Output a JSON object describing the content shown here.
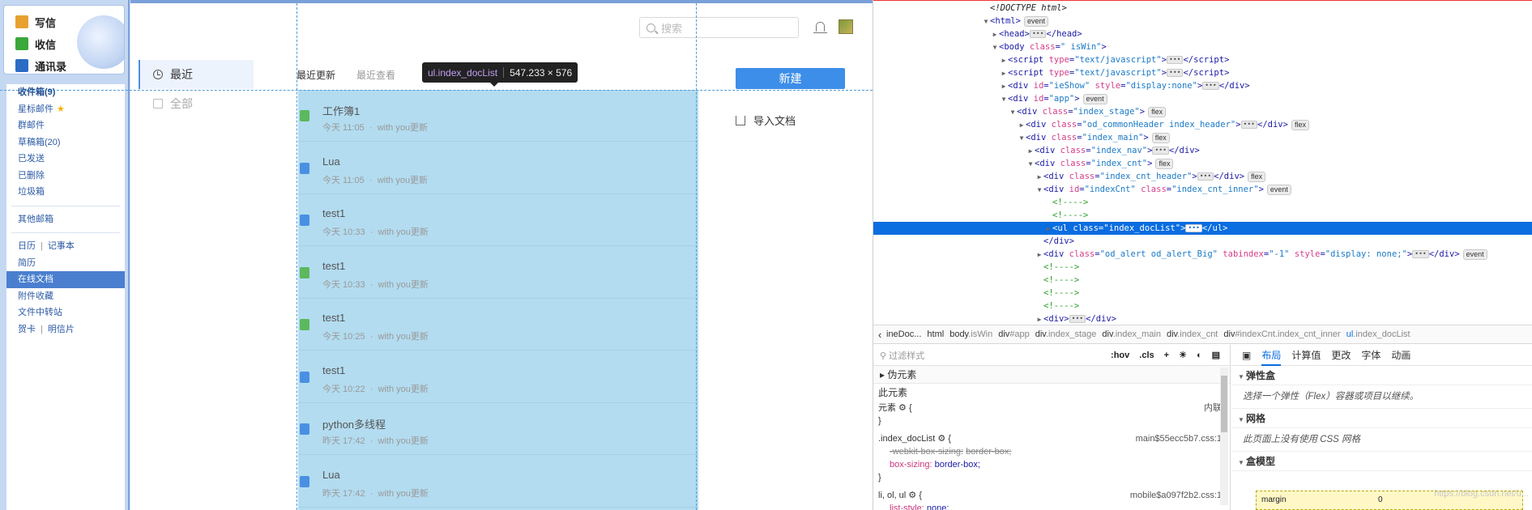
{
  "qqmail": {
    "buttons": [
      {
        "label": "写信",
        "icon": "compose-icon",
        "color": "#e8a030"
      },
      {
        "label": "收信",
        "icon": "inbox-icon",
        "color": "#3aa83a"
      },
      {
        "label": "通讯录",
        "icon": "contacts-icon",
        "color": "#2b6cc4"
      }
    ],
    "folders": [
      {
        "label": "收件箱(9)",
        "bold": true
      },
      {
        "label": "星标邮件",
        "star": true
      },
      {
        "label": "群邮件"
      },
      {
        "label": "草稿箱(20)"
      },
      {
        "label": "已发送"
      },
      {
        "label": "已删除"
      },
      {
        "label": "垃圾箱"
      }
    ],
    "other_mailbox": "其他邮箱",
    "calendar": "日历",
    "notebook": "记事本",
    "resume": "简历",
    "online_docs": "在线文档",
    "attachments": "附件收藏",
    "file_transfer": "文件中转站",
    "cards": "贺卡",
    "postcards": "明信片"
  },
  "docs": {
    "search_placeholder": "搜索",
    "nav": [
      {
        "label": "最近",
        "icon": "clock-icon",
        "active": true
      },
      {
        "label": "全部",
        "icon": "document-icon",
        "active": false
      }
    ],
    "tabs": [
      "最近更新",
      "最近查看"
    ],
    "new_button": "新建",
    "import_label": "导入文档",
    "items": [
      {
        "title": "工作簿1",
        "time": "今天 11:05",
        "by": "with you更新",
        "color": "#5cb85c"
      },
      {
        "title": "Lua",
        "time": "今天 11:05",
        "by": "with you更新",
        "color": "#4a90e2"
      },
      {
        "title": "test1",
        "time": "今天 10:33",
        "by": "with you更新",
        "color": "#4a90e2"
      },
      {
        "title": "test1",
        "time": "今天 10:33",
        "by": "with you更新",
        "color": "#5cb85c"
      },
      {
        "title": "test1",
        "time": "今天 10:25",
        "by": "with you更新",
        "color": "#5cb85c"
      },
      {
        "title": "test1",
        "time": "今天 10:22",
        "by": "with you更新",
        "color": "#4a90e2"
      },
      {
        "title": "python多线程",
        "time": "昨天 17:42",
        "by": "with you更新",
        "color": "#4a90e2"
      },
      {
        "title": "Lua",
        "time": "昨天 17:42",
        "by": "with you更新",
        "color": "#4a90e2"
      }
    ],
    "meta_sep": "·"
  },
  "tooltip": {
    "name": "ul.index_docList",
    "size": "547.233 × 576"
  },
  "devtools": {
    "tree": [
      {
        "indent": 0,
        "arrow": "",
        "html": "doctype",
        "text": "<!DOCTYPE html>"
      },
      {
        "indent": 0,
        "arrow": "▼",
        "tag": "html",
        "badge": "event"
      },
      {
        "indent": 1,
        "arrow": "▶",
        "tag": "head",
        "ell": true,
        "close": "head"
      },
      {
        "indent": 1,
        "arrow": "▼",
        "tag": "body",
        "attrs": [
          [
            "class",
            "\" isWin\""
          ]
        ]
      },
      {
        "indent": 2,
        "arrow": "▶",
        "tag": "script",
        "attrs": [
          [
            "type",
            "\"text/javascript\""
          ]
        ],
        "ell": true,
        "close": "script"
      },
      {
        "indent": 2,
        "arrow": "▶",
        "tag": "script",
        "attrs": [
          [
            "type",
            "\"text/javascript\""
          ]
        ],
        "ell": true,
        "close": "script"
      },
      {
        "indent": 2,
        "arrow": "▶",
        "tag": "div",
        "attrs": [
          [
            "id",
            "\"ieShow\""
          ],
          [
            "style",
            "\"display:none\""
          ]
        ],
        "ell": true,
        "close": "div"
      },
      {
        "indent": 2,
        "arrow": "▼",
        "tag": "div",
        "attrs": [
          [
            "id",
            "\"app\""
          ]
        ],
        "badge": "event"
      },
      {
        "indent": 3,
        "arrow": "▼",
        "tag": "div",
        "attrs": [
          [
            "class",
            "\"index_stage\""
          ]
        ],
        "badge": "flex"
      },
      {
        "indent": 4,
        "arrow": "▶",
        "tag": "div",
        "attrs": [
          [
            "class",
            "\"od_commonHeader index_header\""
          ]
        ],
        "ell": true,
        "close": "div",
        "badge": "flex"
      },
      {
        "indent": 4,
        "arrow": "▼",
        "tag": "div",
        "attrs": [
          [
            "class",
            "\"index_main\""
          ]
        ],
        "badge": "flex"
      },
      {
        "indent": 5,
        "arrow": "▶",
        "tag": "div",
        "attrs": [
          [
            "class",
            "\"index_nav\""
          ]
        ],
        "ell": true,
        "close": "div"
      },
      {
        "indent": 5,
        "arrow": "▼",
        "tag": "div",
        "attrs": [
          [
            "class",
            "\"index_cnt\""
          ]
        ],
        "badge": "flex"
      },
      {
        "indent": 6,
        "arrow": "▶",
        "tag": "div",
        "attrs": [
          [
            "class",
            "\"index_cnt_header\""
          ]
        ],
        "ell": true,
        "close": "div",
        "badge": "flex"
      },
      {
        "indent": 6,
        "arrow": "▼",
        "tag": "div",
        "attrs": [
          [
            "id",
            "\"indexCnt\""
          ],
          [
            "class",
            "\"index_cnt_inner\""
          ]
        ],
        "badge": "event"
      },
      {
        "indent": 7,
        "arrow": "",
        "comment": "<!---->"
      },
      {
        "indent": 7,
        "arrow": "",
        "comment": "<!---->"
      },
      {
        "indent": 7,
        "arrow": "▶",
        "tag": "ul",
        "attrs": [
          [
            "class",
            "\"index_docList\""
          ]
        ],
        "ell": true,
        "close": "ul",
        "selected": true
      },
      {
        "indent": 6,
        "arrow": "",
        "closeonly": "div"
      },
      {
        "indent": 6,
        "arrow": "▶",
        "tag": "div",
        "attrs": [
          [
            "class",
            "\"od_alert od_alert_Big\""
          ],
          [
            "tabindex",
            "\"-1\""
          ],
          [
            "style",
            "\"display: none;\""
          ]
        ],
        "ell": true,
        "close": "div",
        "badge": "event"
      },
      {
        "indent": 6,
        "arrow": "",
        "comment": "<!---->"
      },
      {
        "indent": 6,
        "arrow": "",
        "comment": "<!---->"
      },
      {
        "indent": 6,
        "arrow": "",
        "comment": "<!---->"
      },
      {
        "indent": 6,
        "arrow": "",
        "comment": "<!---->"
      },
      {
        "indent": 6,
        "arrow": "▶",
        "tag": "div",
        "ell": true,
        "close": "div"
      }
    ],
    "breadcrumbs": [
      {
        "a": "ineDoc...",
        "b": ""
      },
      {
        "a": "html",
        "b": ""
      },
      {
        "a": "body",
        "b": ".isWin"
      },
      {
        "a": "div",
        "b": "#app"
      },
      {
        "a": "div",
        "b": ".index_stage"
      },
      {
        "a": "div",
        "b": ".index_main"
      },
      {
        "a": "div",
        "b": ".index_cnt"
      },
      {
        "a": "div",
        "b": "#indexCnt.index_cnt_inner"
      },
      {
        "a": "ul",
        "b": ".index_docList"
      }
    ],
    "filter_placeholder": "过滤样式",
    "hov": ":hov",
    "cls": ".cls",
    "pseudo": "伪元素",
    "this_element": "此元素",
    "element_label": "元素",
    "inline_label": "内联",
    "rule1_selector": ".index_docList",
    "rule1_source": "main$55ecc5b7.css:1",
    "rule1_prop1": "-webkit-box-sizing:",
    "rule1_val1": "border-box;",
    "rule1_prop2": "box-sizing:",
    "rule1_val2": "border-box;",
    "rule2_selector": "li, ol, ul",
    "rule2_source": "mobile$a097f2b2.css:1",
    "rule2_prop": "list-style:",
    "rule2_val": "none;",
    "layout_tabs": [
      "布局",
      "计算值",
      "更改",
      "字体",
      "动画"
    ],
    "flexbox_title": "弹性盒",
    "flexbox_text": "选择一个弹性（Flex）容器或项目以继续。",
    "grid_title": "网格",
    "grid_text": "此页面上没有使用 CSS 网格",
    "boxmodel_title": "盒模型",
    "margin_label": "margin",
    "margin_value": "0",
    "watermark": "https://blog.csdn.net/u..."
  }
}
